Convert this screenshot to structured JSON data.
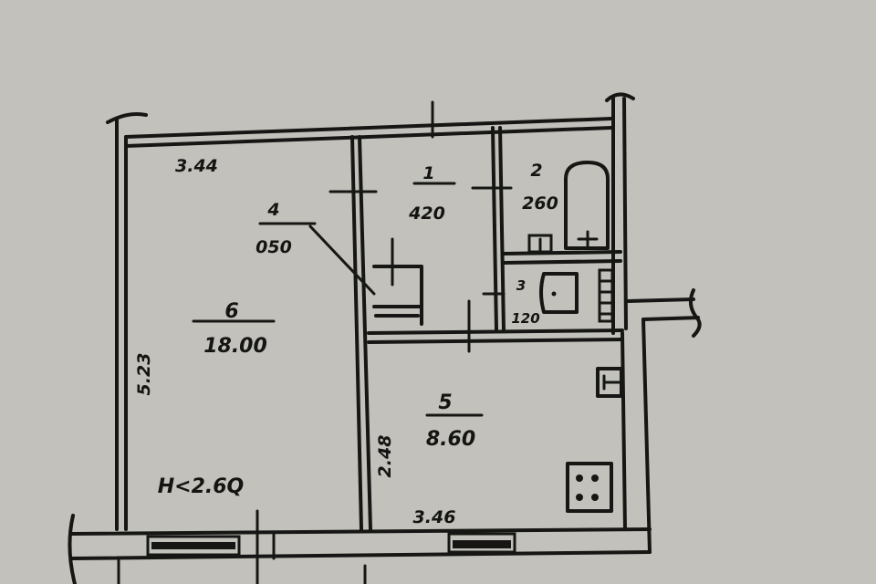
{
  "plan": {
    "background": "#c2c1bb",
    "ink": "#161614",
    "ceiling_height": "H<2.6Q",
    "rooms": [
      {
        "id": "1",
        "name": "room-1-hallway",
        "number": "1",
        "area": "420"
      },
      {
        "id": "2",
        "name": "room-2-bathroom",
        "number": "2",
        "area": "260"
      },
      {
        "id": "3",
        "name": "room-3-toilet",
        "number": "3",
        "area": "120"
      },
      {
        "id": "4",
        "name": "room-4-closet",
        "number": "4",
        "area": "050"
      },
      {
        "id": "5",
        "name": "room-5-kitchen",
        "number": "5",
        "area": "8.60"
      },
      {
        "id": "6",
        "name": "room-6-living",
        "number": "6",
        "area": "18.00"
      }
    ],
    "dimensions": {
      "living_width": "3.44",
      "living_length": "5.23",
      "kitchen_width": "3.46",
      "kitchen_length": "2.48"
    }
  }
}
